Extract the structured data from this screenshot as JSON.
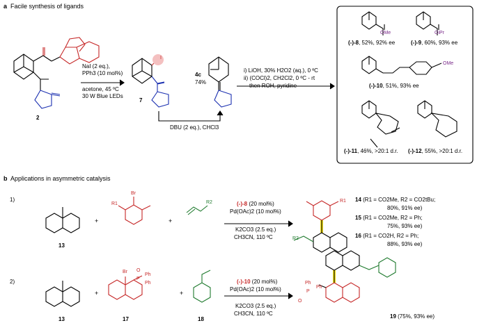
{
  "part_a": {
    "letter": "a",
    "title": "Facile synthesis of ligands",
    "step1": {
      "line1": "NaI (2 eq.),",
      "line2": "PPh3 (10 mol%)",
      "line3": "acetone, 45 ºC",
      "line4": "30 W Blue LEDs"
    },
    "compound2": "2",
    "compound7": "7",
    "compound4c": "4c",
    "yield4c": "74%",
    "dbu": "DBU (2 eq.), CHCl3",
    "step2": {
      "line1": "i) LiOH, 30% H2O2 (aq.), 0 ºC",
      "line2": "ii) (COCl)2, CH2Cl2, 0 ºC - rt",
      "line3": "then ROH, pyridine"
    },
    "products": [
      {
        "id": "(-)-8",
        "desc": ", 52%, 92% ee",
        "sub": "OMe"
      },
      {
        "id": "(-)-9",
        "desc": ", 60%, 93% ee",
        "sub": "OiPr"
      },
      {
        "id": "(-)-10",
        "desc": ", 51%, 93% ee",
        "sub": "OMe"
      },
      {
        "id": "(-)-11",
        "desc": ", 46%, >20:1 d.r."
      },
      {
        "id": "(-)-12",
        "desc": ", 55%, >20:1 d.r."
      }
    ]
  },
  "part_b": {
    "letter": "b",
    "title": "Applications in asymmetric catalysis",
    "r1": {
      "num": "1)",
      "c13": "13",
      "plus": "+",
      "R1": "R1",
      "Br": "Br",
      "R2": "R2",
      "cond1_id": "(-)-8",
      "cond1_rest": " (20 mol%)",
      "cond2": "Pd(OAc)2 (10 mol%)",
      "cond3": "K2CO3 (2.5 eq.)",
      "cond4": "CH3CN, 110 ºC",
      "prod_R1": "R1",
      "prod_R2": "R2",
      "results": [
        {
          "id": "14",
          "text": " (R1 = CO2Me, R2 = CO2tBu;",
          "yield": "80%, 91% ee)"
        },
        {
          "id": "15",
          "text": " (R1 = CO2Me, R2 = Ph;",
          "yield": "75%, 93% ee)"
        },
        {
          "id": "16",
          "text": " (R1 = CO2H, R2 = Ph;",
          "yield": "88%, 93% ee)"
        }
      ]
    },
    "r2": {
      "num": "2)",
      "c13": "13",
      "c17": "17",
      "c18": "18",
      "plus": "+",
      "Br": "Br",
      "P": "P",
      "O": "O",
      "Ph": "Ph",
      "cond1_id": "(-)-10",
      "cond1_rest": " (20 mol%)",
      "cond2": "Pd(OAc)2 (10 mol%)",
      "cond3": "K2CO3 (2.5 eq.)",
      "cond4": "CH3CN, 110 ºC",
      "result_id": "19",
      "result_text": " (75%, 93% ee)"
    }
  },
  "colors": {
    "red": "#c62828",
    "blue": "#1a2fb0",
    "green": "#1f7a2e",
    "purple": "#7a2a8a",
    "yellow": "#f5e11a"
  }
}
